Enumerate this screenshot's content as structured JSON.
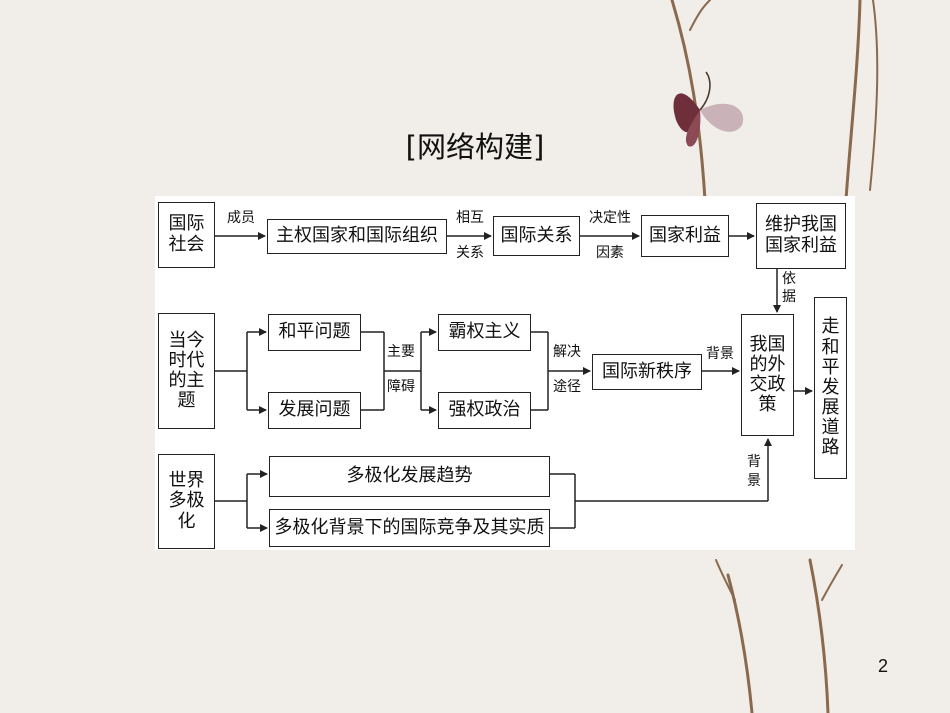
{
  "title": "[网络构建]",
  "page_number": "2",
  "nodes": {
    "intl_society": "国际社会",
    "sovereign_orgs": "主权国家和国际组织",
    "intl_relations": "国际关系",
    "national_interest": "国家利益",
    "defend_interest": "维护我国国家利益",
    "era_theme": "当今时代的主题",
    "peace": "和平问题",
    "development": "发展问题",
    "hegemonism": "霸权主义",
    "power_politics": "强权政治",
    "new_order": "国际新秩序",
    "foreign_policy": "我国的外交政策",
    "peaceful_road": "走和平发展道路",
    "multipolar": "世界多极化",
    "multi_trend": "多极化发展趋势",
    "multi_competition": "多极化背景下的国际竞争及其实质"
  },
  "edge_labels": {
    "members": "成员",
    "mutual_1": "相互",
    "mutual_2": "关系",
    "decisive_1": "决定性",
    "decisive_2": "因素",
    "basis_1": "依",
    "basis_2": "据",
    "main_1": "主要",
    "main_2": "障碍",
    "solve_1": "解决",
    "solve_2": "途径",
    "background_a": "背景",
    "background_b_1": "背",
    "background_b_2": "景"
  },
  "colors": {
    "line": "#222222",
    "background": "#f1ede8",
    "panel": "#ffffff"
  }
}
